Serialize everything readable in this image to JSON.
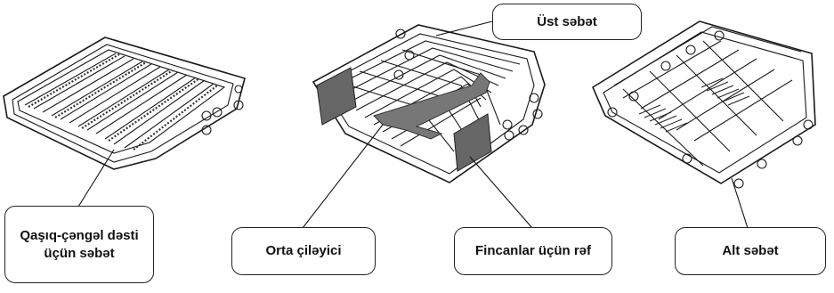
{
  "labels": {
    "cutlery_basket_line1": "Qaşıq-çəngəl dəsti",
    "cutlery_basket_line2": "üçün səbət",
    "upper_basket": "Üst səbət",
    "middle_sprayer": "Orta çiləyici",
    "cup_shelf": "Fincanlar üçün rəf",
    "lower_basket": "Alt səbət"
  },
  "colors": {
    "line": "#1a1a1a",
    "part_fill": "#555555",
    "background": "#ffffff"
  }
}
